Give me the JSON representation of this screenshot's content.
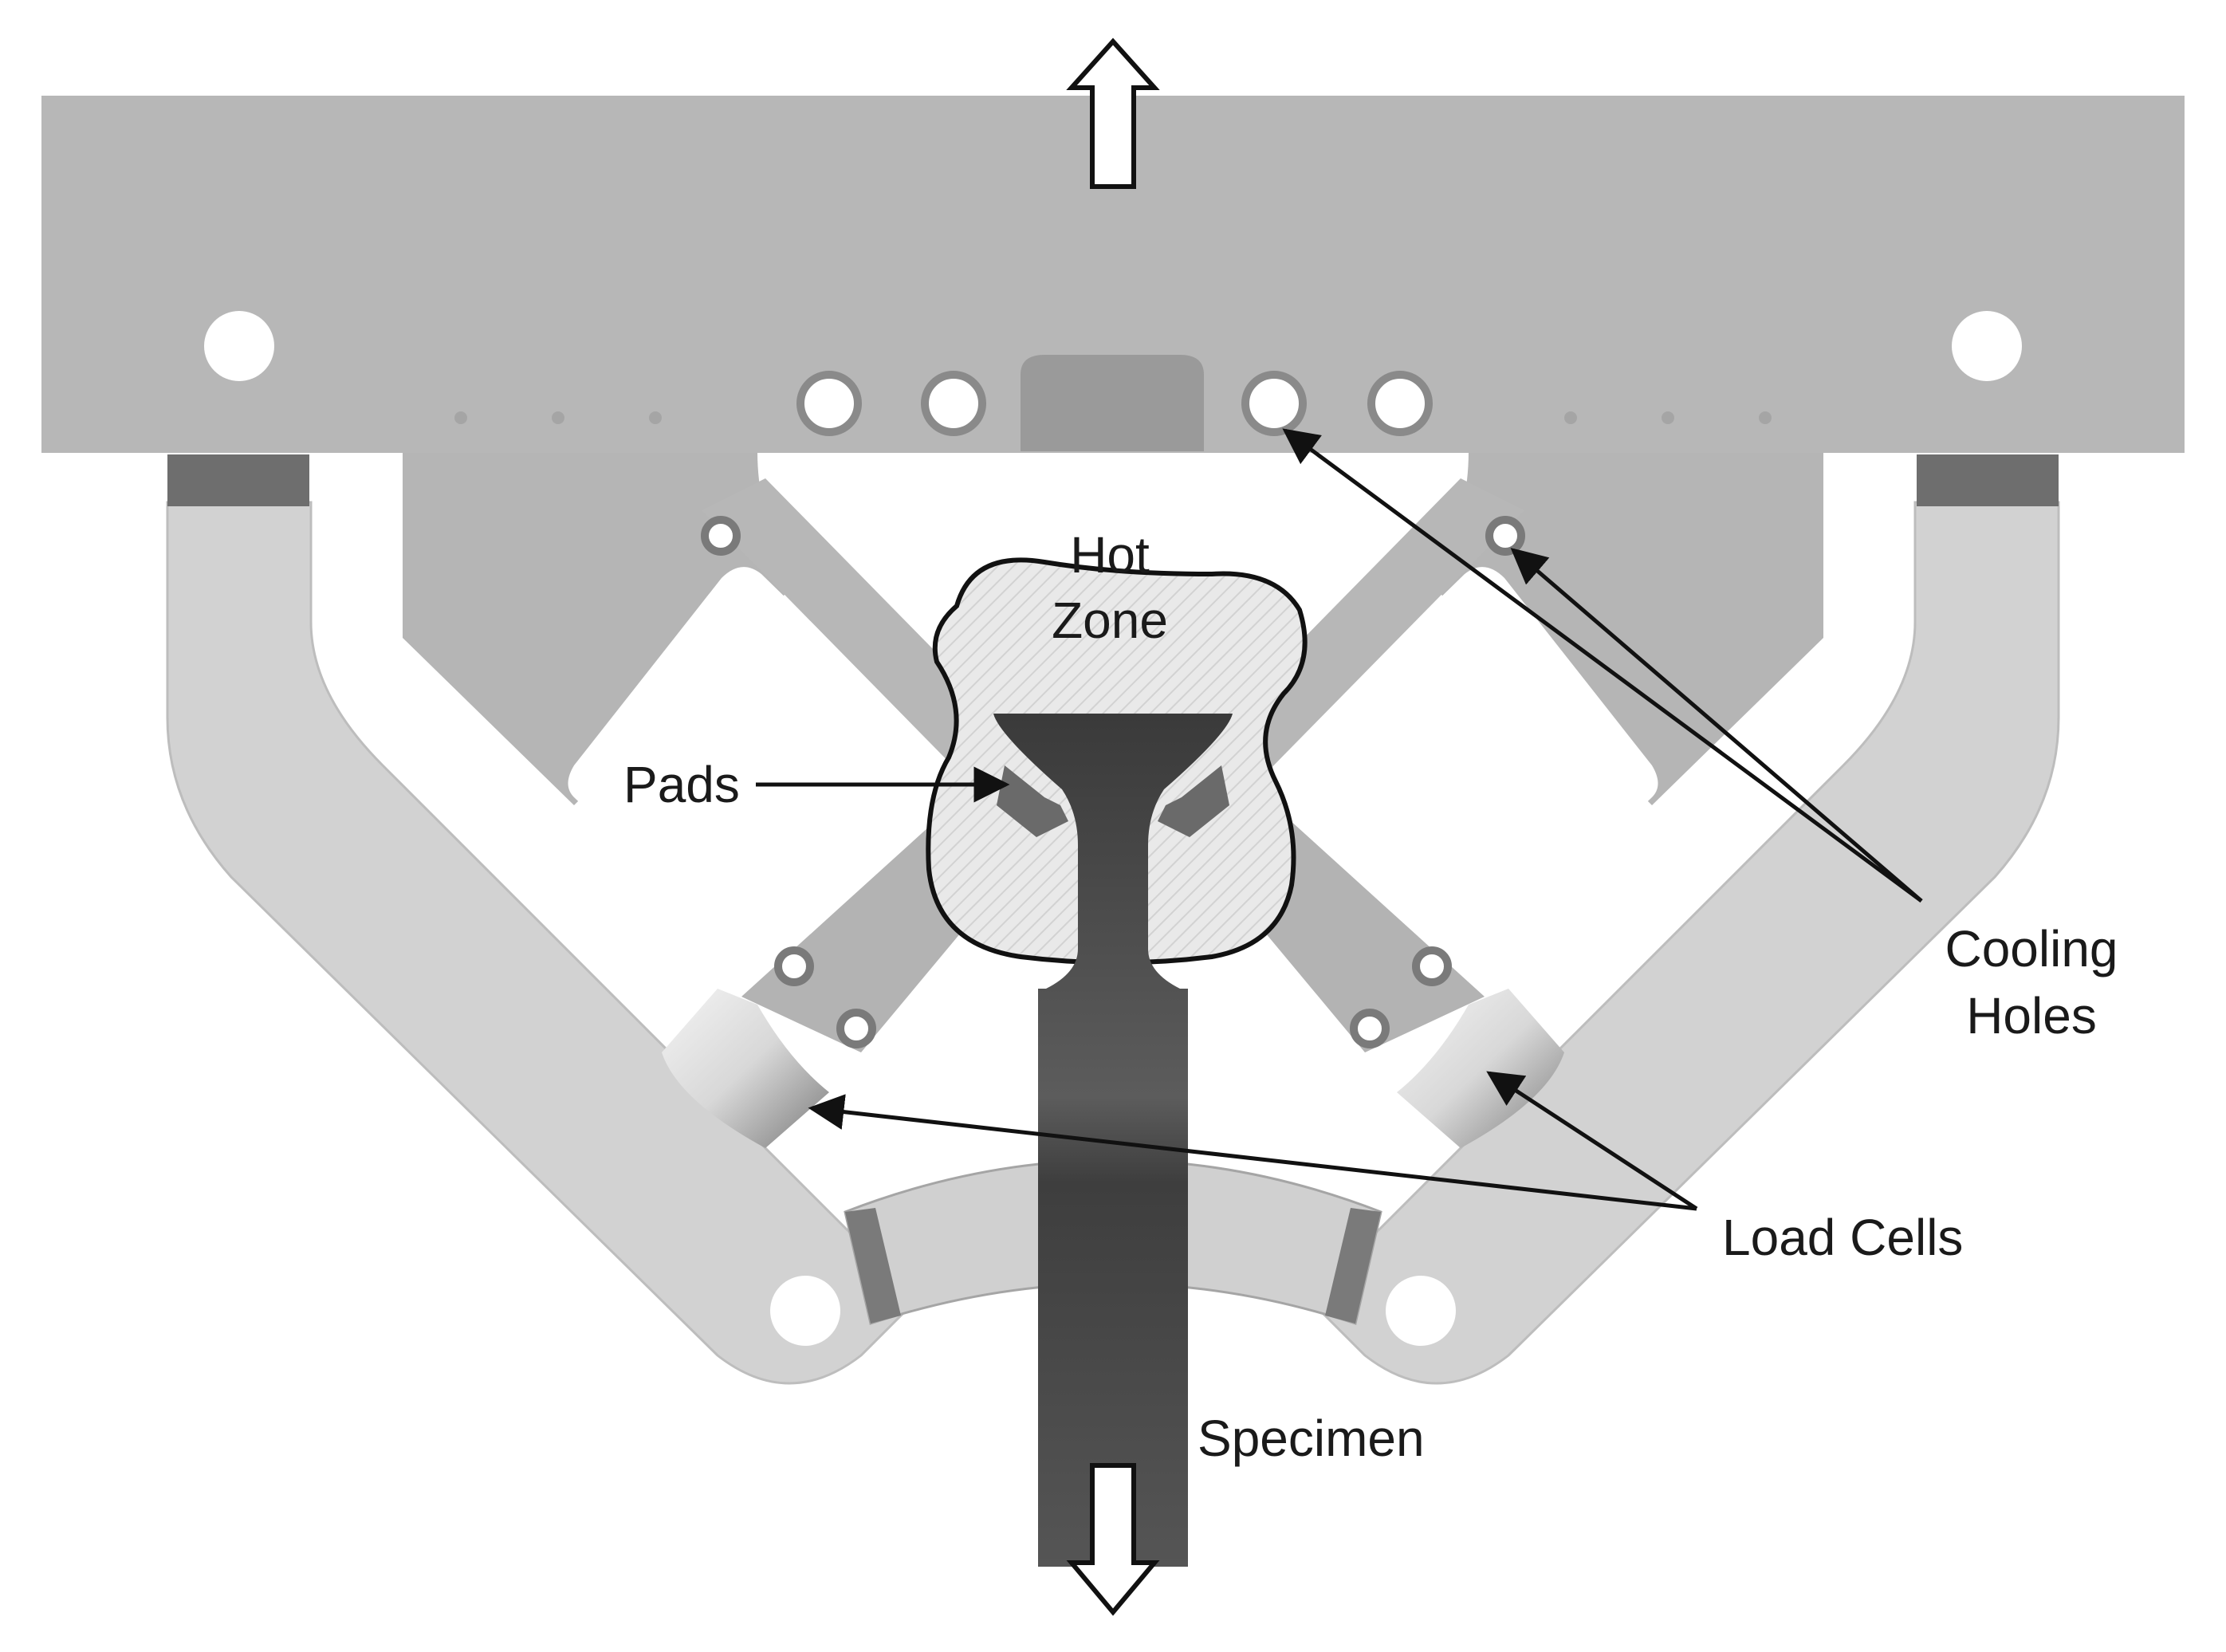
{
  "labels": {
    "hot_zone_line1": "Hot",
    "hot_zone_line2": "Zone",
    "pads": "Pads",
    "cooling_holes_line1": "Cooling",
    "cooling_holes_line2": "Holes",
    "load_cells": "Load Cells",
    "specimen": "Specimen"
  },
  "colors": {
    "frame": "#b7b7b7",
    "arm_light": "#d4d4d4",
    "specimen": "#4a4a4a",
    "outline": "#111111"
  }
}
